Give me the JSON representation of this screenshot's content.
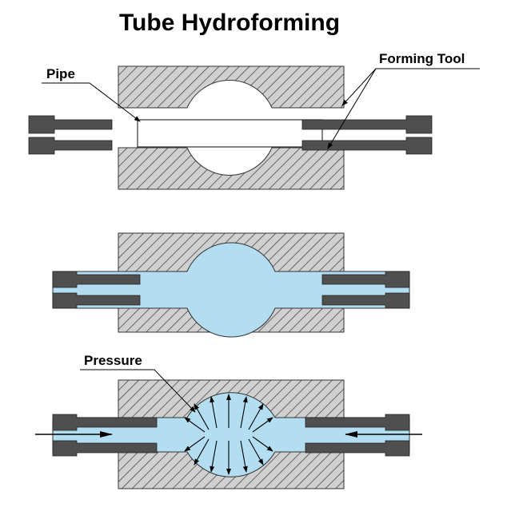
{
  "title": "Tube Hydroforming",
  "labels": {
    "pipe": "Pipe",
    "forming_tool": "Forming Tool",
    "pressure": "Pressure"
  },
  "colors": {
    "die_fill": "#d0d0d0",
    "hatch": "#4a4a4a",
    "outline": "#333333",
    "fluid": "#b3def2",
    "punch": "#4f4f4f",
    "background": "#ffffff"
  },
  "stages": [
    "initial-pipe-in-die",
    "fluid-filled",
    "pressurized-forming"
  ]
}
